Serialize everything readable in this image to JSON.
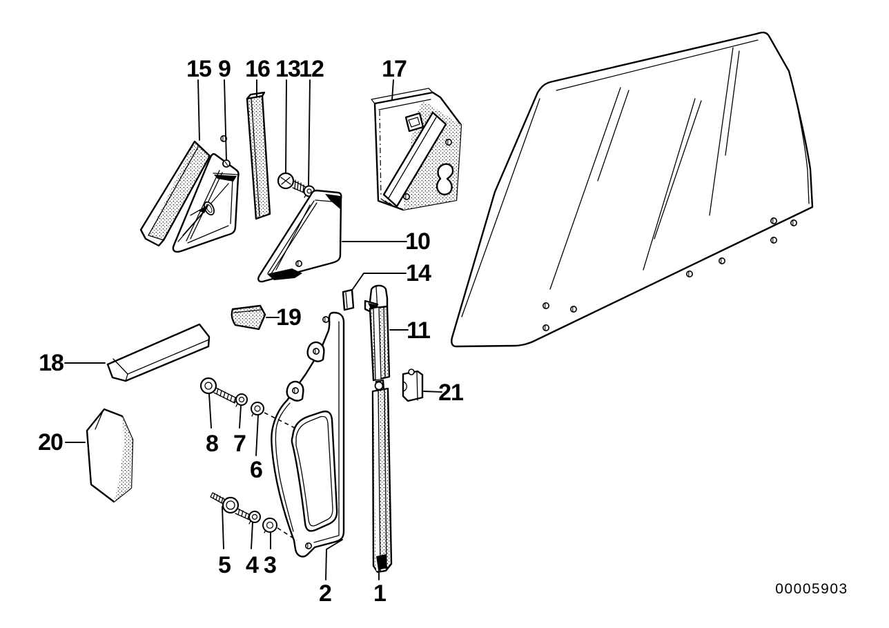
{
  "figure": {
    "type": "exploded-parts-diagram",
    "drawing_number": "00005903",
    "callouts": {
      "n1": "1",
      "n2": "2",
      "n3": "3",
      "n4": "4",
      "n5": "5",
      "n6": "6",
      "n7": "7",
      "n8": "8",
      "n9": "9",
      "n10": "10",
      "n11": "11",
      "n12": "12",
      "n13": "13",
      "n14": "14",
      "n15": "15",
      "n16": "16",
      "n17": "17",
      "n18": "18",
      "n19": "19",
      "n20": "20",
      "n21": "21"
    }
  }
}
